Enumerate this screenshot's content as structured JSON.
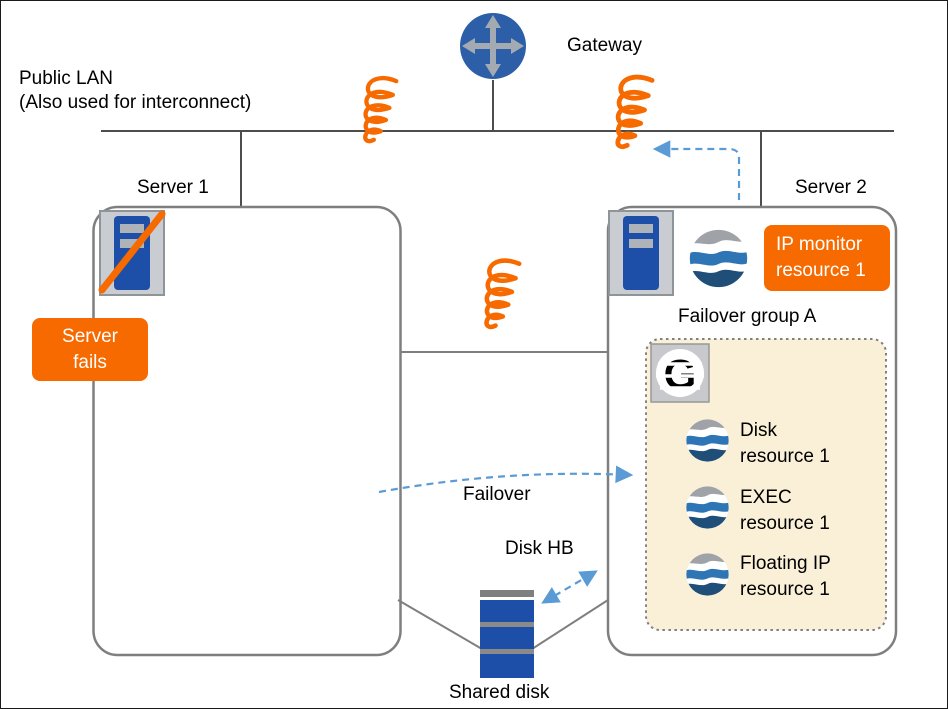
{
  "labels": {
    "public_lan": "Public LAN\n(Also used for interconnect)",
    "gateway": "Gateway",
    "server1": "Server 1",
    "server2": "Server 2",
    "server_fails": "Server\nfails",
    "ip_monitor": "IP monitor\nresource 1",
    "failover_group": "Failover group A",
    "failover": "Failover",
    "disk_hb": "Disk HB",
    "shared_disk": "Shared disk"
  },
  "resources": [
    {
      "label": "Disk\nresource 1"
    },
    {
      "label": "EXEC\nresource 1"
    },
    {
      "label": "Floating IP\nresource 1"
    }
  ],
  "colors": {
    "orange": "#F66A00",
    "server_blue": "#1D4FA8",
    "gateway_blue": "#2D5FA8",
    "arrow_blue": "#5B9BD5",
    "line_gray": "#7F7F7F",
    "group_bg": "#FAF0D8"
  }
}
